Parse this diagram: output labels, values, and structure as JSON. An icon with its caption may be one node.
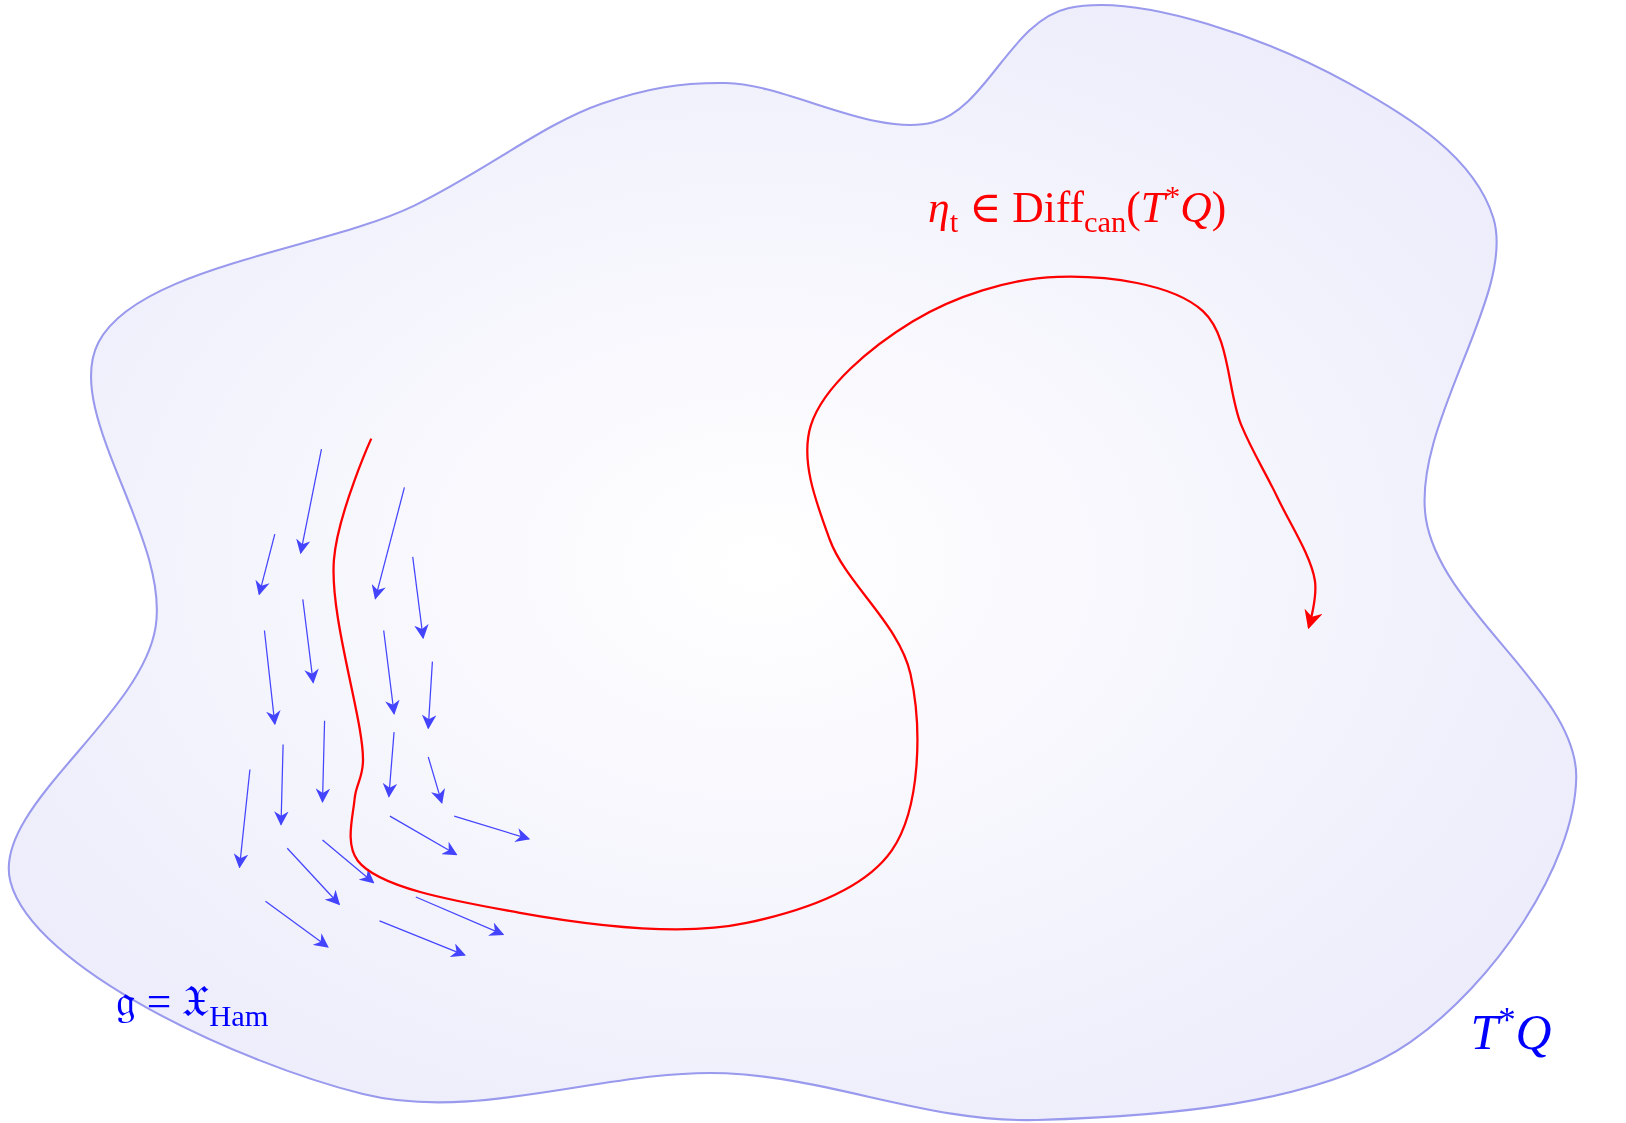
{
  "diagram": {
    "labels": [
      "*η*$_{t}$ ∈ Diff$_{can}$(*T*$^{*}$*Q*)",
      "𝔤 = 𝔛$_{Ham}$",
      "*T*$^{*}$*Q*"
    ]
  }
}
